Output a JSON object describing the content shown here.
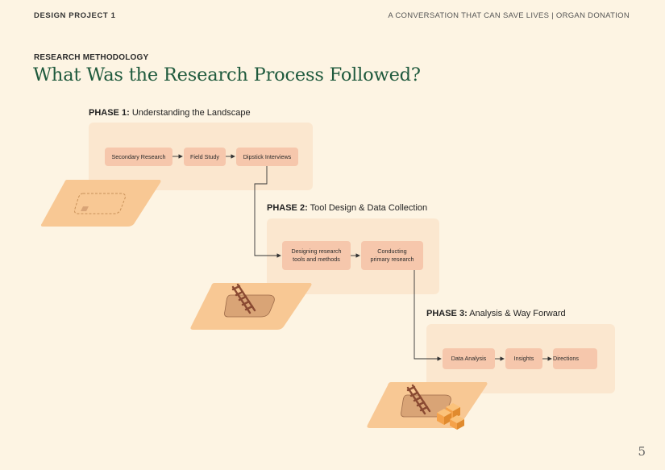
{
  "header": {
    "left": "DESIGN PROJECT 1",
    "right": "A CONVERSATION THAT CAN SAVE LIVES | ORGAN DONATION"
  },
  "section_label": "RESEARCH METHODOLOGY",
  "title": "What Was the Research Process Followed?",
  "phases": [
    {
      "number": "PHASE 1:",
      "name": "Understanding the Landscape",
      "steps": [
        "Secondary Research",
        "Field Study",
        "Dipstick Interviews"
      ]
    },
    {
      "number": "PHASE 2:",
      "name": "Tool Design & Data Collection",
      "steps": [
        "Designing research\ntools and methods",
        "Conducting\nprimary research"
      ]
    },
    {
      "number": "PHASE 3:",
      "name": "Analysis & Way Forward",
      "steps": [
        "Data Analysis",
        "Insights",
        "Directions"
      ]
    }
  ],
  "page_number": "5",
  "colors": {
    "background": "#fdf4e3",
    "panel": "#fbe7cf",
    "step_box": "#f6c7ac",
    "title": "#1f5a3d",
    "platform": "#f8c894",
    "ladder": "#8a4a32",
    "cube": "#f5a24a"
  }
}
